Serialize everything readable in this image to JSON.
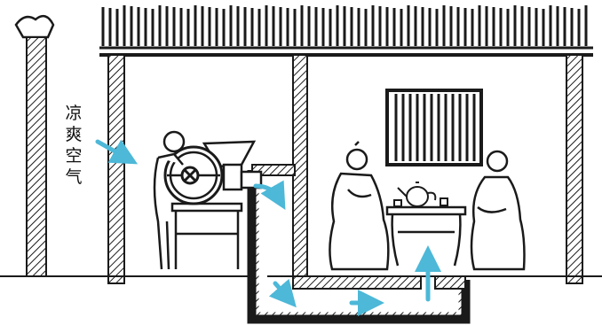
{
  "diagram": {
    "label": "凉爽空气",
    "colors": {
      "ink": "#1a1a1a",
      "airflow": "#4db8d8",
      "background": "#ffffff"
    },
    "figures": [
      "seated-man-left",
      "seated-man-right",
      "standing-worker"
    ],
    "objects": [
      "fan-winnowing-machine",
      "hopper",
      "underground-duct",
      "table",
      "teapot",
      "cups",
      "lattice-window",
      "tiled-roof",
      "pillars"
    ]
  }
}
